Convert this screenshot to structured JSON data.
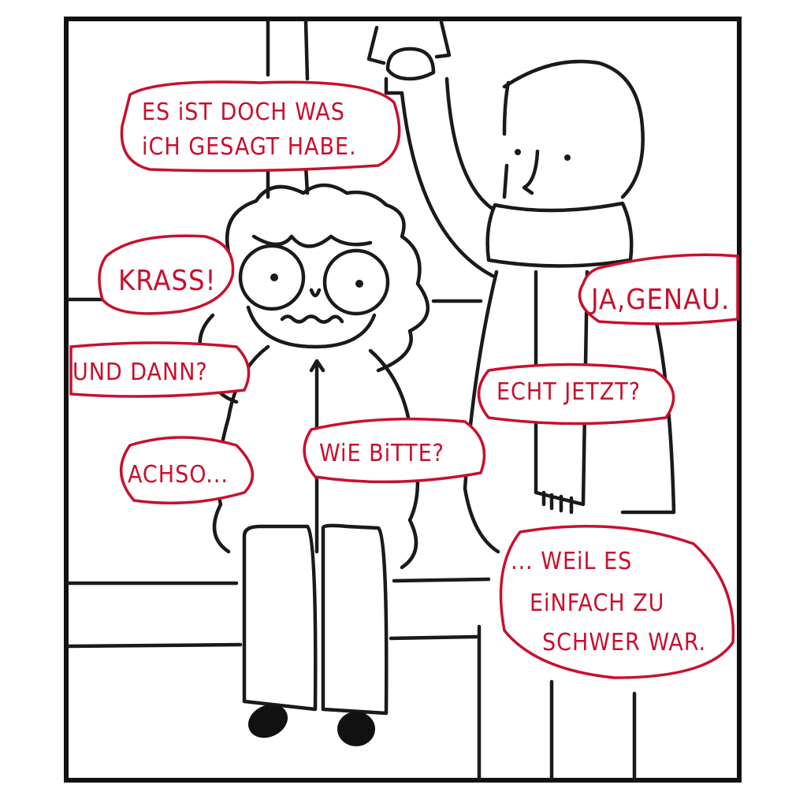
{
  "comic": {
    "panel_count": 1,
    "colors": {
      "line": "#1a1a1a",
      "speech": "#c8102e",
      "background": "#ffffff"
    },
    "characters": [
      {
        "id": "seated-person",
        "description": "curly-haired person with round glasses, nervous wavy mouth, sitting on a bench in a puffy jacket"
      },
      {
        "id": "standing-person",
        "description": "person with scarf holding an overhead strap"
      }
    ],
    "bubbles": {
      "top": {
        "lines": [
          "ES iST DOCH WAS",
          "iCH GESAGT HABE."
        ]
      },
      "krass": {
        "lines": [
          "KRASS!"
        ]
      },
      "und_dann": {
        "lines": [
          "UND DANN?"
        ]
      },
      "achso": {
        "lines": [
          "ACHSO..."
        ]
      },
      "wie_bitte": {
        "lines": [
          "WiE BiTTE?"
        ]
      },
      "ja_genau": {
        "lines": [
          "JA,GENAU."
        ]
      },
      "echt_jetzt": {
        "lines": [
          "ECHT JETZT?"
        ]
      },
      "weil": {
        "lines": [
          "... WEiL ES",
          "EiNFACH ZU",
          "SCHWER WAR."
        ]
      }
    }
  }
}
